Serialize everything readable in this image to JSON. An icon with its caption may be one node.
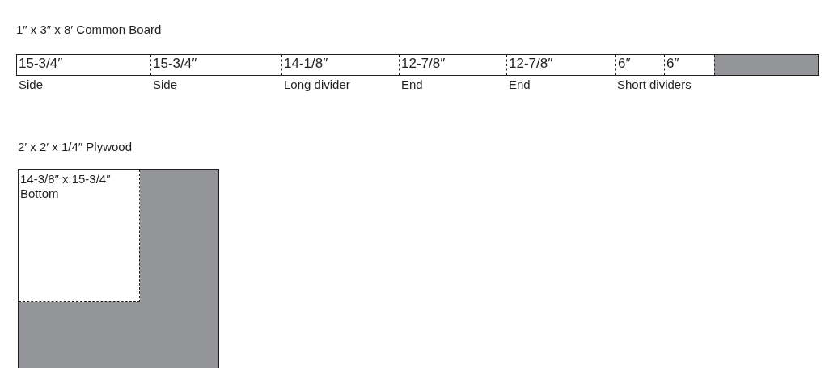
{
  "diagram": {
    "nodes": [
      {
        "text": [
          "1″ x 3″ x 8′ Common Board"
        ]
      },
      {
        "text": [
          "15-3/4″"
        ],
        "beside": [
          "Side"
        ],
        "in": 0
      },
      {
        "text": [
          "15-3/4″"
        ],
        "beside": [
          "Side"
        ],
        "in": 0
      },
      {
        "text": [
          "14-1/8″"
        ],
        "beside": [
          "Long divider"
        ],
        "in": 0
      },
      {
        "text": [
          "12-7/8″"
        ],
        "beside": [
          "End"
        ],
        "in": 0
      },
      {
        "text": [
          "12-7/8″"
        ],
        "beside": [
          "End"
        ],
        "in": 0
      },
      {
        "text": [
          "6″"
        ],
        "in": 0
      },
      {
        "text": [
          "6″"
        ],
        "in": 0
      },
      {
        "text": [],
        "shape": "bar",
        "in": 0
      },
      {
        "text": [
          "2′ x 2′ x 1/4″ Plywood"
        ]
      },
      {
        "text": [
          "14-3/8″ x 15-3/4″",
          "Bottom"
        ],
        "in": 9
      }
    ],
    "labels": [
      "Short dividers"
    ]
  }
}
